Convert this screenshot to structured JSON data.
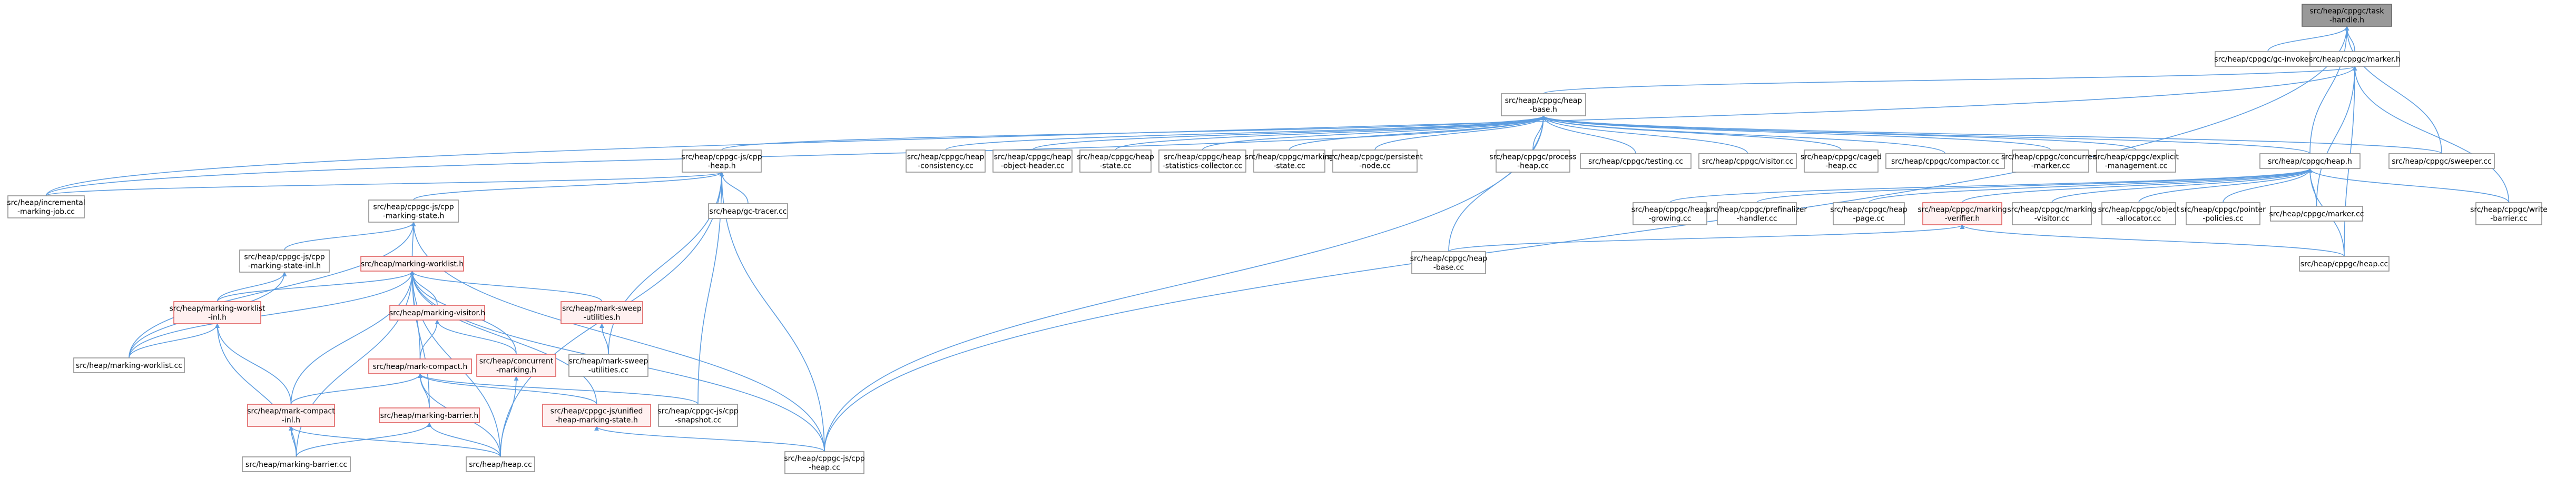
{
  "colors": {
    "edge": "#5d9de0",
    "default_fill": "#ffffff",
    "default_stroke": "#8f8f8f",
    "root_fill": "#999999",
    "root_stroke": "#666666",
    "header_fill": "#fff0f0",
    "header_stroke": "#e06060"
  },
  "nodes": [
    {
      "id": "root",
      "kind": "root",
      "lines": [
        "src/heap/cppgc/task",
        "-handle.h"
      ]
    },
    {
      "id": "gcinvoker",
      "kind": "file",
      "lines": [
        "src/heap/cppgc/gc-invoker.cc"
      ]
    },
    {
      "id": "markerh",
      "kind": "file",
      "lines": [
        "src/heap/cppgc/marker.h"
      ]
    },
    {
      "id": "heapbaseh",
      "kind": "file",
      "lines": [
        "src/heap/cppgc/heap",
        "-base.h"
      ]
    },
    {
      "id": "incjob",
      "kind": "file",
      "lines": [
        "src/heap/incremental",
        "-marking-job.cc"
      ]
    },
    {
      "id": "jsheaph",
      "kind": "file",
      "lines": [
        "src/heap/cppgc-js/cpp",
        "-heap.h"
      ]
    },
    {
      "id": "hconsist",
      "kind": "file",
      "lines": [
        "src/heap/cppgc/heap",
        "-consistency.cc"
      ]
    },
    {
      "id": "hobjhdr",
      "kind": "file",
      "lines": [
        "src/heap/cppgc/heap",
        "-object-header.cc"
      ]
    },
    {
      "id": "hstate",
      "kind": "file",
      "lines": [
        "src/heap/cppgc/heap",
        "-state.cc"
      ]
    },
    {
      "id": "hstats",
      "kind": "file",
      "lines": [
        "src/heap/cppgc/heap",
        "-statistics-collector.cc"
      ]
    },
    {
      "id": "mstate",
      "kind": "file",
      "lines": [
        "src/heap/cppgc/marking",
        "-state.cc"
      ]
    },
    {
      "id": "pnode",
      "kind": "file",
      "lines": [
        "src/heap/cppgc/persistent",
        "-node.cc"
      ]
    },
    {
      "id": "procheap",
      "kind": "file",
      "lines": [
        "src/heap/cppgc/process",
        "-heap.cc"
      ]
    },
    {
      "id": "testing",
      "kind": "file",
      "lines": [
        "src/heap/cppgc/testing.cc"
      ]
    },
    {
      "id": "visitorcc",
      "kind": "file",
      "lines": [
        "src/heap/cppgc/visitor.cc"
      ]
    },
    {
      "id": "caged",
      "kind": "file",
      "lines": [
        "src/heap/cppgc/caged",
        "-heap.cc"
      ]
    },
    {
      "id": "compactor",
      "kind": "file",
      "lines": [
        "src/heap/cppgc/compactor.cc"
      ]
    },
    {
      "id": "concmarker",
      "kind": "file",
      "lines": [
        "src/heap/cppgc/concurrent",
        "-marker.cc"
      ]
    },
    {
      "id": "explicitmgmt",
      "kind": "file",
      "lines": [
        "src/heap/cppgc/explicit",
        "-management.cc"
      ]
    },
    {
      "id": "cppgcheaph",
      "kind": "file",
      "lines": [
        "src/heap/cppgc/heap.h"
      ]
    },
    {
      "id": "sweeper",
      "kind": "file",
      "lines": [
        "src/heap/cppgc/sweeper.cc"
      ]
    },
    {
      "id": "jsmsh",
      "kind": "file",
      "lines": [
        "src/heap/cppgc-js/cpp",
        "-marking-state.h"
      ]
    },
    {
      "id": "gctracer",
      "kind": "file",
      "lines": [
        "src/heap/gc-tracer.cc"
      ]
    },
    {
      "id": "jsmsinl",
      "kind": "file",
      "lines": [
        "src/heap/cppgc-js/cpp",
        "-marking-state-inl.h"
      ]
    },
    {
      "id": "mwlh",
      "kind": "header",
      "lines": [
        "src/heap/marking-worklist.h"
      ]
    },
    {
      "id": "mwlinl",
      "kind": "header",
      "lines": [
        "src/heap/marking-worklist",
        "-inl.h"
      ]
    },
    {
      "id": "mwlcc",
      "kind": "file",
      "lines": [
        "src/heap/marking-worklist.cc"
      ]
    },
    {
      "id": "mvish",
      "kind": "header",
      "lines": [
        "src/heap/marking-visitor.h"
      ]
    },
    {
      "id": "msuh",
      "kind": "header",
      "lines": [
        "src/heap/mark-sweep",
        "-utilities.h"
      ]
    },
    {
      "id": "msucc",
      "kind": "file",
      "lines": [
        "src/heap/mark-sweep",
        "-utilities.cc"
      ]
    },
    {
      "id": "cmh",
      "kind": "header",
      "lines": [
        "src/heap/concurrent",
        "-marking.h"
      ]
    },
    {
      "id": "mch",
      "kind": "header",
      "lines": [
        "src/heap/mark-compact.h"
      ]
    },
    {
      "id": "mcinl",
      "kind": "header",
      "lines": [
        "src/heap/mark-compact",
        "-inl.h"
      ]
    },
    {
      "id": "mbh",
      "kind": "header",
      "lines": [
        "src/heap/marking-barrier.h"
      ]
    },
    {
      "id": "umsh",
      "kind": "header",
      "lines": [
        "src/heap/cppgc-js/unified",
        "-heap-marking-state.h"
      ]
    },
    {
      "id": "snapshot",
      "kind": "file",
      "lines": [
        "src/heap/cppgc-js/cpp",
        "-snapshot.cc"
      ]
    },
    {
      "id": "mbcc",
      "kind": "file",
      "lines": [
        "src/heap/marking-barrier.cc"
      ]
    },
    {
      "id": "heapcc",
      "kind": "file",
      "lines": [
        "src/heap/heap.cc"
      ]
    },
    {
      "id": "jsheapcc",
      "kind": "file",
      "lines": [
        "src/heap/cppgc-js/cpp",
        "-heap.cc"
      ]
    },
    {
      "id": "hbasecc",
      "kind": "file",
      "lines": [
        "src/heap/cppgc/heap",
        "-base.cc"
      ]
    },
    {
      "id": "hgrowing",
      "kind": "file",
      "lines": [
        "src/heap/cppgc/heap",
        "-growing.cc"
      ]
    },
    {
      "id": "prefinal",
      "kind": "file",
      "lines": [
        "src/heap/cppgc/prefinalizer",
        "-handler.cc"
      ]
    },
    {
      "id": "hpage",
      "kind": "file",
      "lines": [
        "src/heap/cppgc/heap",
        "-page.cc"
      ]
    },
    {
      "id": "mverifier",
      "kind": "header",
      "lines": [
        "src/heap/cppgc/marking",
        "-verifier.h"
      ]
    },
    {
      "id": "mvisitorcc",
      "kind": "file",
      "lines": [
        "src/heap/cppgc/marking",
        "-visitor.cc"
      ]
    },
    {
      "id": "objalloc",
      "kind": "file",
      "lines": [
        "src/heap/cppgc/object",
        "-allocator.cc"
      ]
    },
    {
      "id": "ptrpol",
      "kind": "file",
      "lines": [
        "src/heap/cppgc/pointer",
        "-policies.cc"
      ]
    },
    {
      "id": "markercc",
      "kind": "file",
      "lines": [
        "src/heap/cppgc/marker.cc"
      ]
    },
    {
      "id": "writebar",
      "kind": "file",
      "lines": [
        "src/heap/cppgc/write",
        "-barrier.cc"
      ]
    },
    {
      "id": "cppgcheapcc",
      "kind": "file",
      "lines": [
        "src/heap/cppgc/heap.cc"
      ]
    }
  ]
}
